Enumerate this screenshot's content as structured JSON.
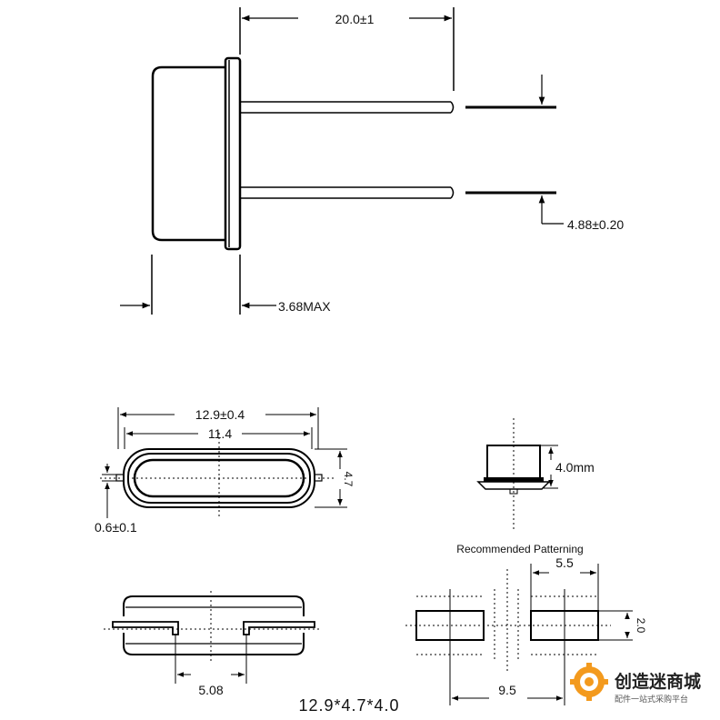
{
  "side_view": {
    "lead_length": "20.0±1",
    "pin_pitch": "4.88±0.20",
    "body_thickness": "3.68MAX"
  },
  "top_view": {
    "overall_length": "12.9±0.4",
    "inner_length": "11.4",
    "width": "4.7",
    "lead_width": "0.6±0.1"
  },
  "end_view": {
    "height": "4.0mm"
  },
  "bottom_view": {
    "lead_spacing": "5.08"
  },
  "pattern": {
    "title": "Recommended Patterning",
    "pad_width": "5.5",
    "pad_height": "2.0",
    "pad_span": "9.5"
  },
  "size_caption": "12.9*4.7*4.0",
  "watermark": {
    "brand": "创造迷商城",
    "tagline": "配件一站式采购平台"
  }
}
